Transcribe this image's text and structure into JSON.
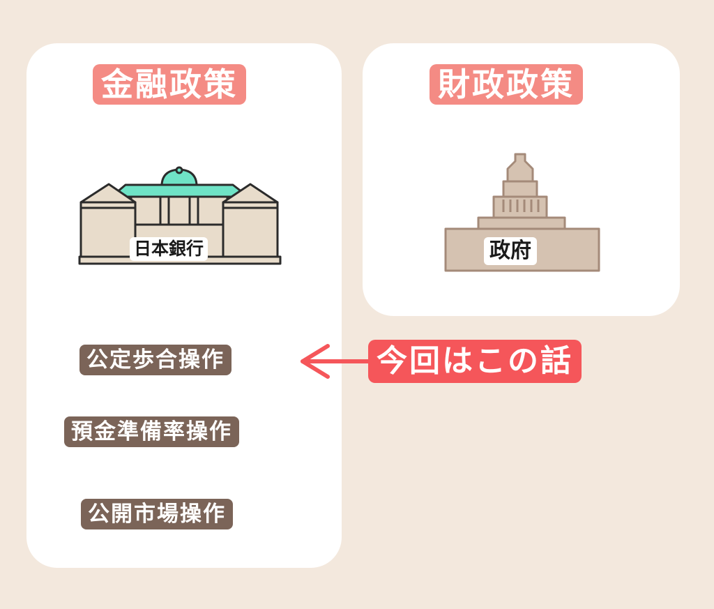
{
  "colors": {
    "background": "#f3e8dd",
    "card": "#ffffff",
    "heading_bg": "#f48b84",
    "tool_bg": "#7b6458",
    "callout_bg": "#f5565a",
    "arrow": "#f5565a",
    "building_fill": "#e8dccb",
    "building_stroke": "#2b2b2b",
    "roof_accent": "#6fe3c6",
    "diet_fill": "#d5c2b1",
    "diet_stroke": "#a48a79"
  },
  "monetary_policy": {
    "heading": "金融政策",
    "building_label": "日本銀行",
    "building_icon": "bank-of-japan-building-icon",
    "tools": [
      {
        "label": "公定歩合操作"
      },
      {
        "label": "預金準備率操作"
      },
      {
        "label": "公開市場操作"
      }
    ]
  },
  "fiscal_policy": {
    "heading": "財政政策",
    "building_label": "政府",
    "building_icon": "diet-building-icon"
  },
  "callout": {
    "text": "今回はこの話",
    "icon": "left-arrow-icon"
  }
}
